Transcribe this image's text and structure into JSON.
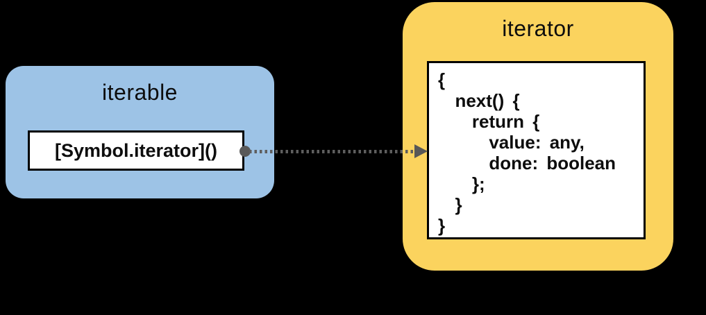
{
  "canvas": {
    "background_color": "#000000"
  },
  "iterable_node": {
    "title": "iterable",
    "fill_color": "#9dc3e6",
    "method_label": "[Symbol.iterator]()"
  },
  "iterator_node": {
    "title": "iterator",
    "fill_color": "#fbd35e",
    "code": "{\n  next() {\n    return {\n      value: any,\n      done: boolean\n    };\n  }\n}"
  },
  "connector": {
    "type": "dotted-arrow",
    "direction": "left-to-right",
    "color": "#595959",
    "from": "[Symbol.iterator]()",
    "to": "iterator"
  }
}
